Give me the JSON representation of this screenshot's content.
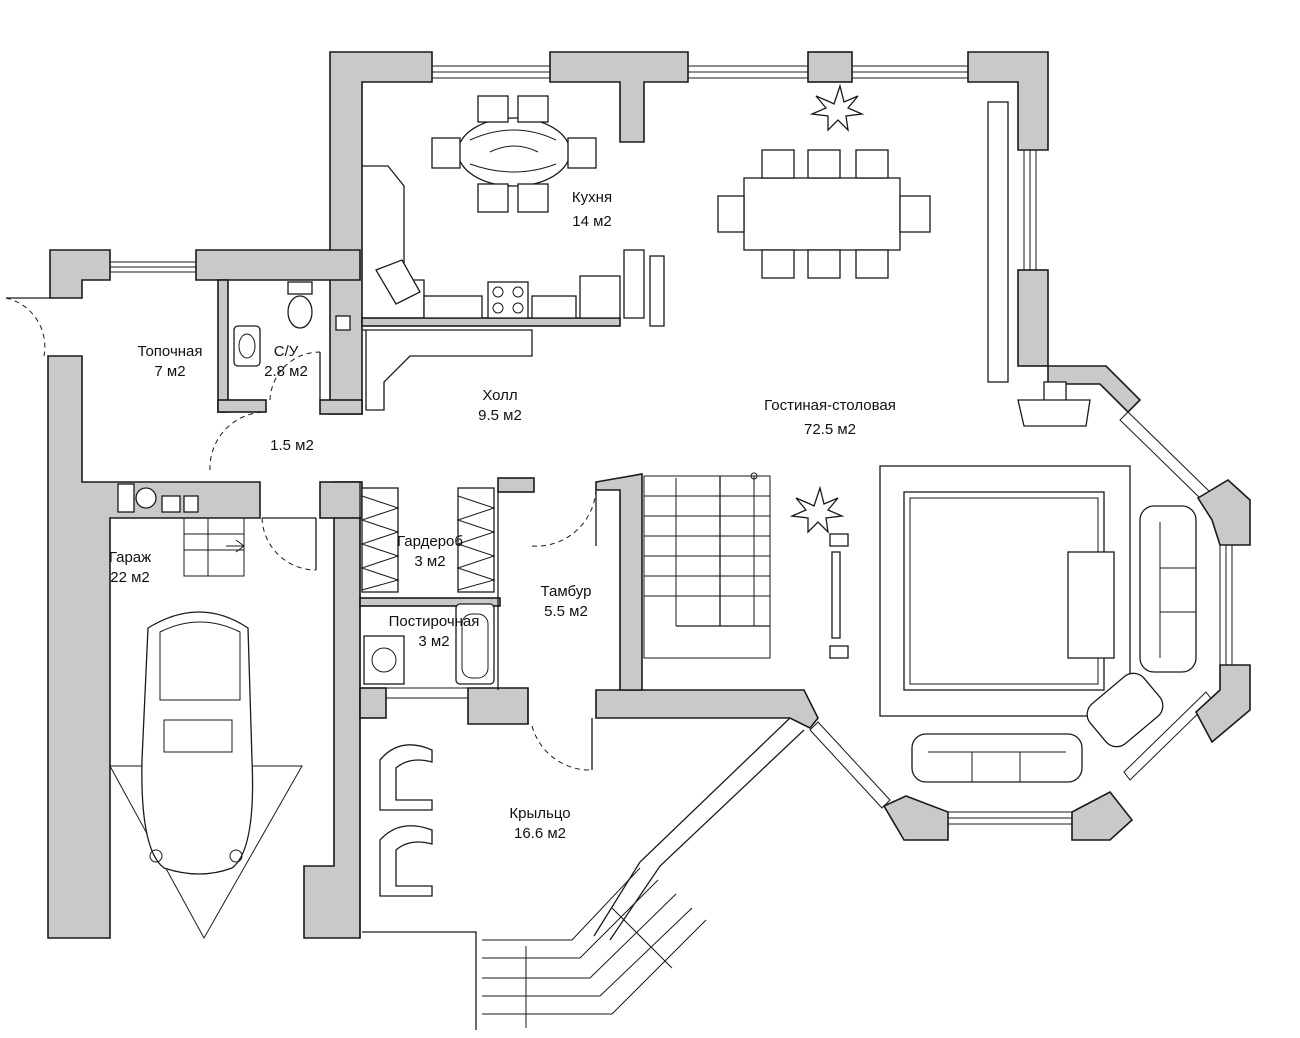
{
  "rooms": {
    "kitchen": {
      "name": "Кухня",
      "area": "14 м2"
    },
    "boiler": {
      "name": "Топочная",
      "area": "7 м2"
    },
    "wc": {
      "name": "С/У",
      "area": "2.8 м2"
    },
    "corridor": {
      "name": "",
      "area": "1.5 м2"
    },
    "hall": {
      "name": "Холл",
      "area": "9.5 м2"
    },
    "living": {
      "name": "Гостиная-столовая",
      "area": "72.5 м2"
    },
    "garage": {
      "name": "Гараж",
      "area": "22 м2"
    },
    "wardrobe": {
      "name": "Гардероб",
      "area": "3 м2"
    },
    "laundry": {
      "name": "Постирочная",
      "area": "3 м2"
    },
    "vestibule": {
      "name": "Тамбур",
      "area": "5.5 м2"
    },
    "porch": {
      "name": "Крыльцо",
      "area": "16.6 м2"
    }
  },
  "colors": {
    "wall": "#c9c9c9",
    "line": "#1a1a1a",
    "background": "#ffffff"
  }
}
